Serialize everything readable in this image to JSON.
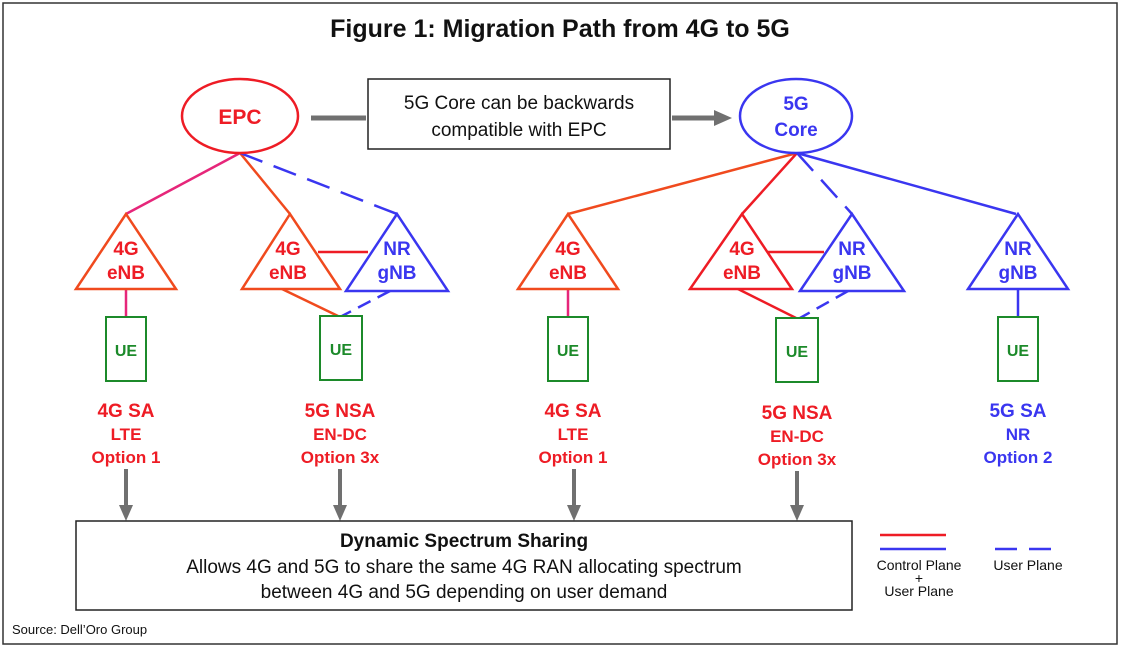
{
  "title": "Figure 1: Migration Path from 4G to 5G",
  "colors": {
    "red": "#ee1c25",
    "blue": "#3a36f0",
    "green": "#1c8a2a",
    "gray": "#707070",
    "pink": "#e6267a"
  },
  "core_left": {
    "label": "EPC"
  },
  "core_right": {
    "line1": "5G",
    "line2": "Core"
  },
  "compat_note": {
    "line1": "5G Core can be backwards",
    "line2": "compatible with EPC"
  },
  "nodes": {
    "enb": {
      "line1": "4G",
      "line2": "eNB"
    },
    "gnb": {
      "line1": "NR",
      "line2": "gNB"
    },
    "ue": "UE"
  },
  "options": [
    {
      "line1": "4G SA",
      "line2": "LTE",
      "line3": "Option 1"
    },
    {
      "line1": "5G NSA",
      "line2": "EN-DC",
      "line3": "Option 3x"
    },
    {
      "line1": "4G SA",
      "line2": "LTE",
      "line3": "Option 1"
    },
    {
      "line1": "5G NSA",
      "line2": "EN-DC",
      "line3": "Option 3x"
    },
    {
      "line1": "5G SA",
      "line2": "NR",
      "line3": "Option 2"
    }
  ],
  "dss": {
    "title": "Dynamic Spectrum Sharing",
    "line1": "Allows 4G and 5G to share the same 4G RAN allocating spectrum",
    "line2": "between 4G and 5G depending on user demand"
  },
  "legend": {
    "control_plane": "Control Plane",
    "plus": "+",
    "user_plane_sub": "User Plane",
    "user_plane": "User Plane"
  },
  "source": "Source: Dell’Oro Group"
}
